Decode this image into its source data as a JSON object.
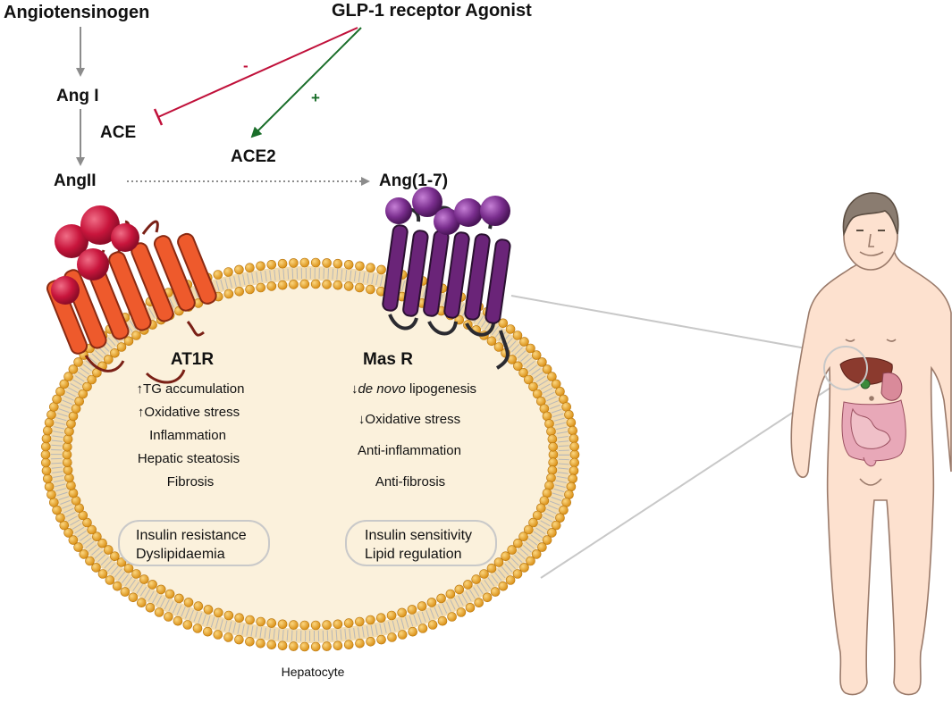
{
  "pathway": {
    "angiotensinogen": "Angiotensinogen",
    "glp1": "GLP-1 receptor Agonist",
    "ang1": "Ang I",
    "ace": "ACE",
    "ace2": "ACE2",
    "ang2": "AngII",
    "ang17": "Ang(1-7)",
    "minus": "-",
    "plus": "+"
  },
  "at1r": {
    "title": "AT1R",
    "effects": [
      "↑TG accumulation",
      "↑Oxidative stress",
      "Inflammation",
      "Hepatic steatosis",
      "Fibrosis"
    ],
    "box": [
      "Insulin resistance",
      "Dyslipidaemia"
    ]
  },
  "masr": {
    "title": "Mas R",
    "effect_denovo_arrow": "↓",
    "effect_denovo_italic": "de novo",
    "effect_denovo_rest": " lipogenesis",
    "effects": [
      "↓Oxidative stress",
      "Anti-inflammation",
      "Anti-fibrosis"
    ],
    "box": [
      "Insulin sensitivity",
      "Lipid regulation"
    ]
  },
  "cell_label": "Hepatocyte",
  "colors": {
    "inhibit": "#c0103a",
    "activate": "#1a6e2a",
    "arrow_gray": "#8c8c8c",
    "membrane_head": "#e8a21a",
    "cytoplasm": "#fbf1dc",
    "at1r_helix": "#ee5a2c",
    "at1r_ligand": "#c8153c",
    "masr_helix": "#6a2478",
    "masr_ligand": "#7a2e8e",
    "skin": "#fde1cf"
  }
}
